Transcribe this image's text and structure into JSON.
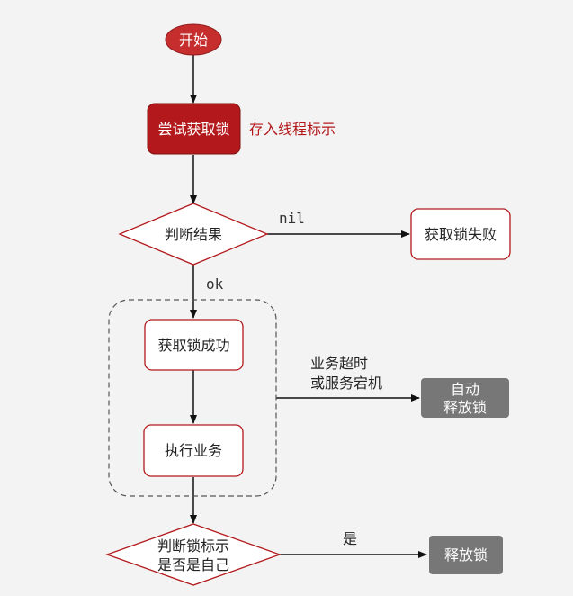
{
  "nodes": {
    "start": "开始",
    "try_lock": "尝试获取锁",
    "judge_result": "判断结果",
    "lock_fail": "获取锁失败",
    "lock_success": "获取锁成功",
    "execute_business": "执行业务",
    "auto_release_line1": "自动",
    "auto_release_line2": "释放锁",
    "judge_owner_line1": "判断锁标示",
    "judge_owner_line2": "是否是自己",
    "release_lock": "释放锁"
  },
  "labels": {
    "store_thread_id": "存入线程标示",
    "nil": "nil",
    "ok": "ok",
    "timeout_line1": "业务超时",
    "timeout_line2": "或服务宕机",
    "yes": "是"
  },
  "colors": {
    "start_fill": "#c62e2e",
    "try_lock_fill": "#b3191c",
    "node_border": "#b3191c",
    "gray_fill": "#777777",
    "annotation": "#b3191c"
  }
}
